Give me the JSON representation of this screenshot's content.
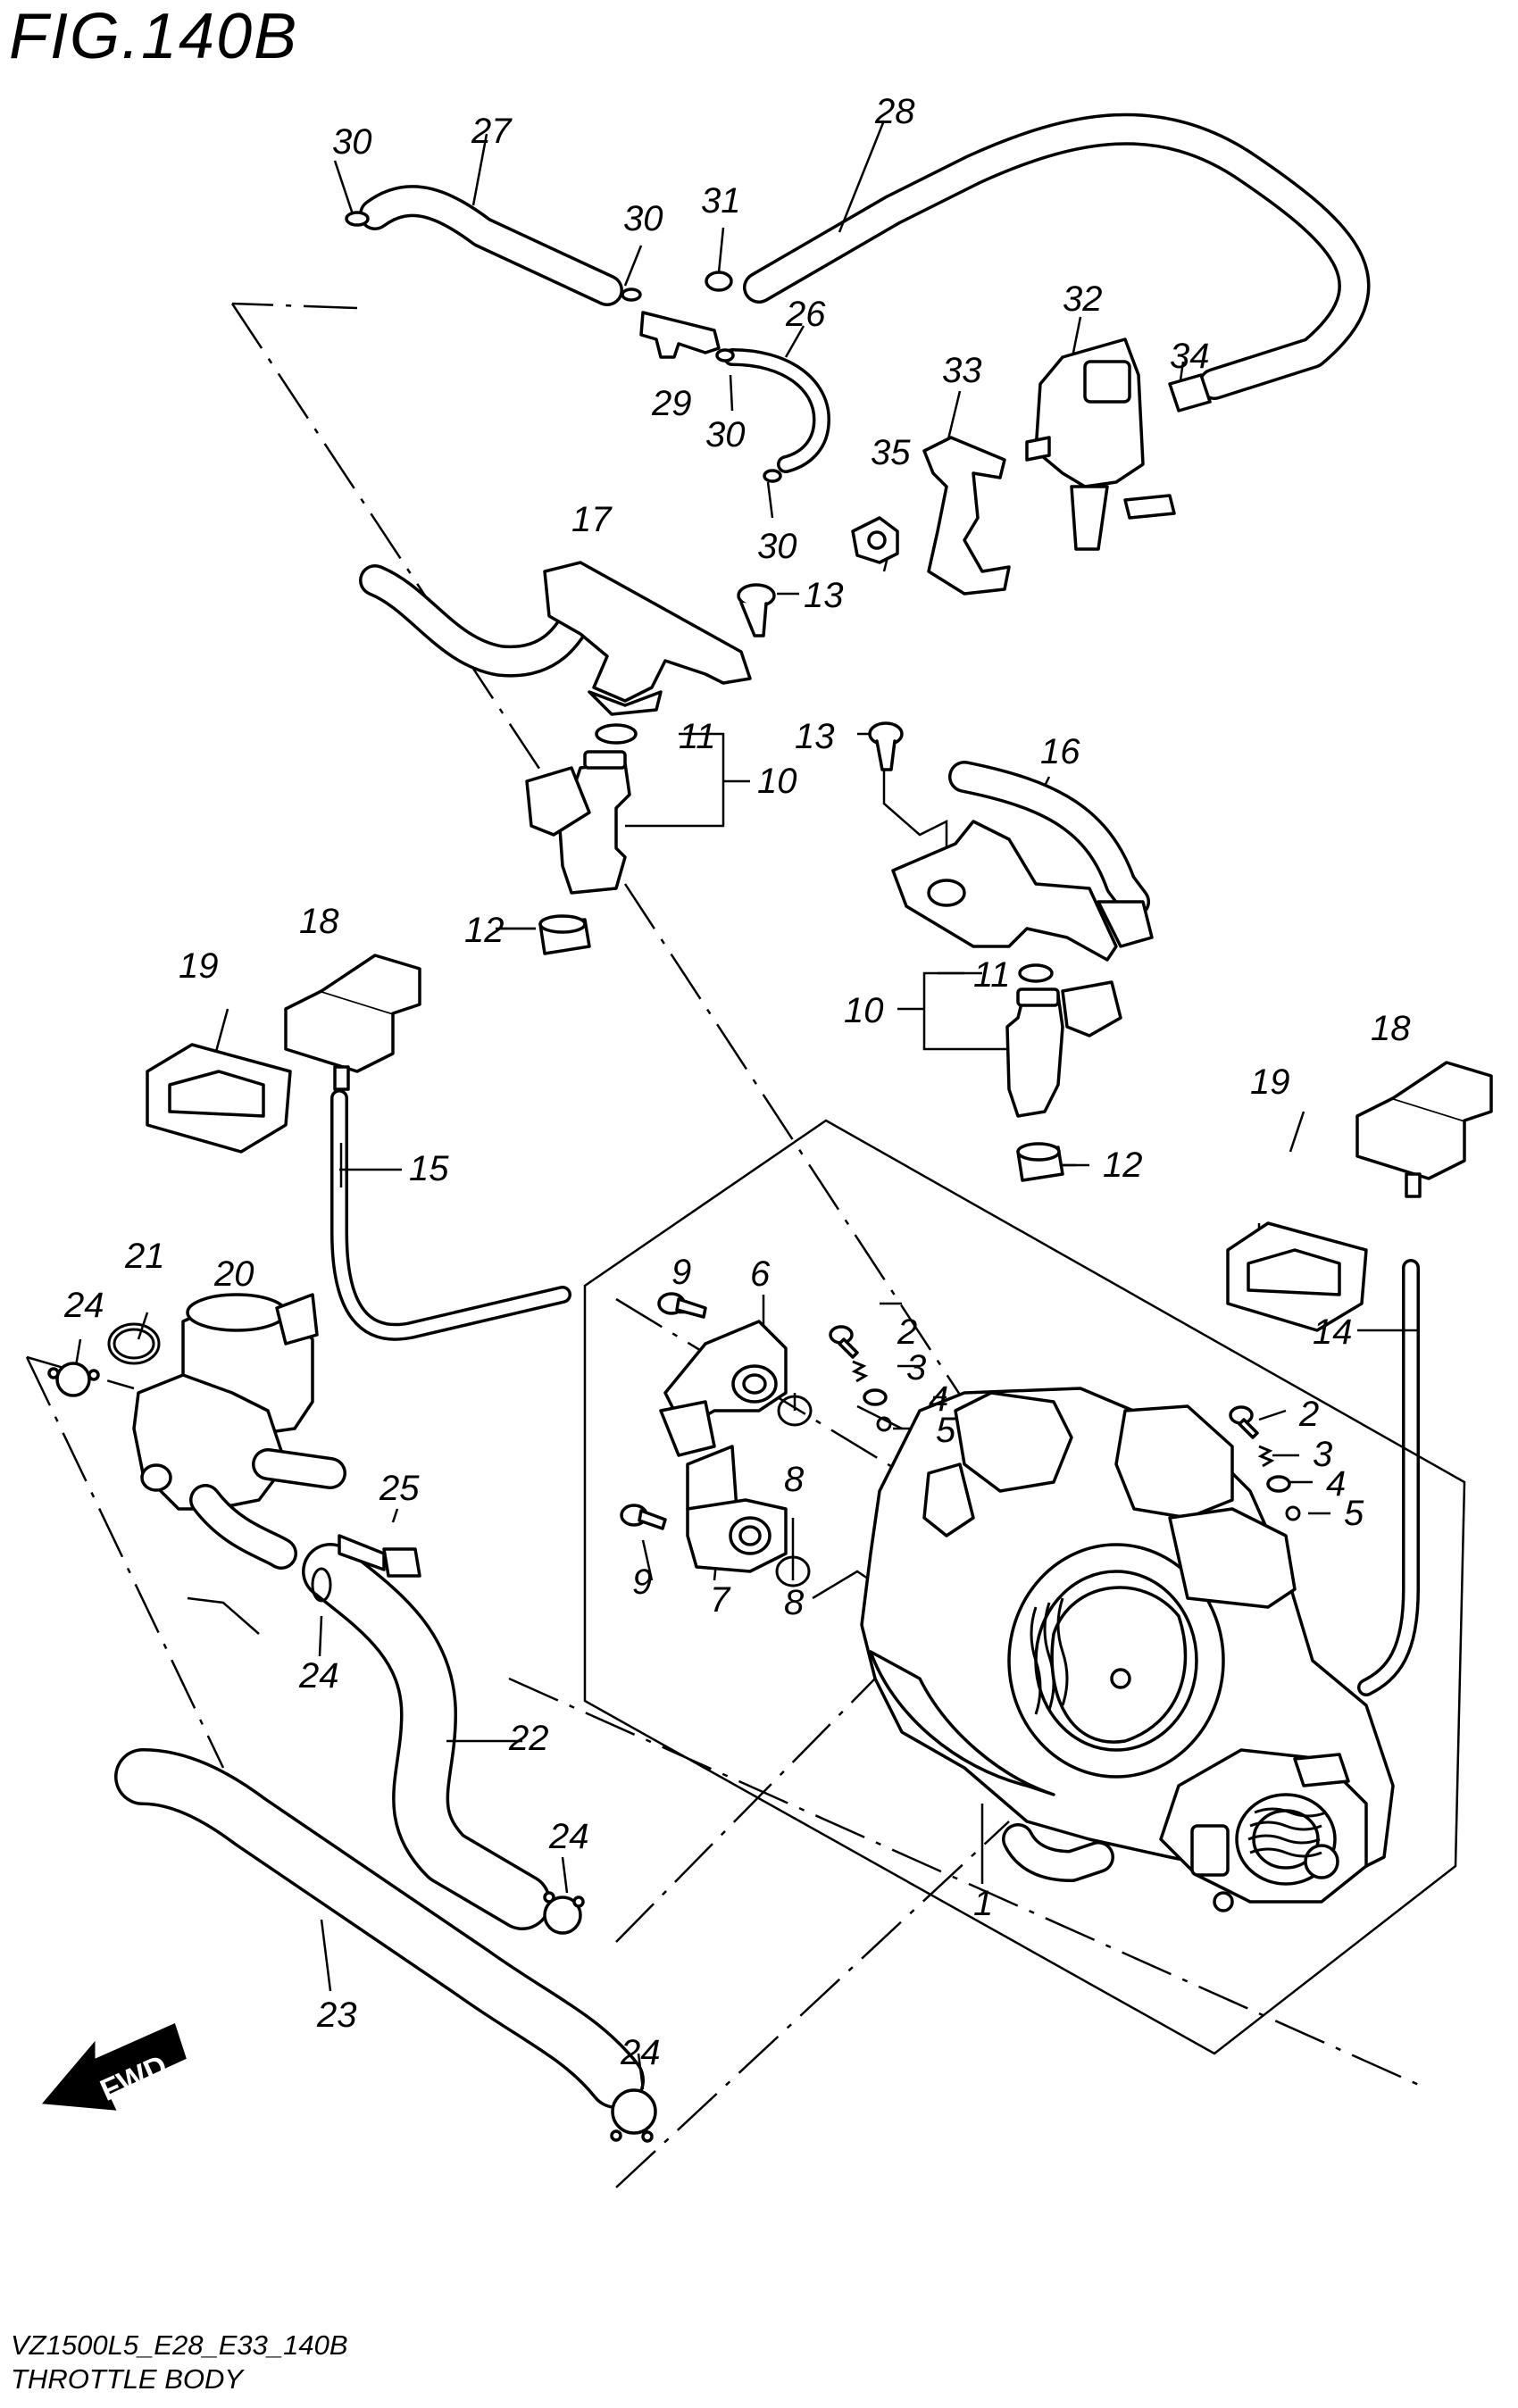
{
  "figure": {
    "title": "FIG.140B"
  },
  "footer": {
    "model_code": "VZ1500L5_E28_E33_140B",
    "section_name": "THROTTLE BODY"
  },
  "fwd_arrow": {
    "label": "FWD"
  },
  "callouts": {
    "c30a": "30",
    "c27": "27",
    "c28": "28",
    "c30b": "30",
    "c31": "31",
    "c26": "26",
    "c32": "32",
    "c34": "34",
    "c29": "29",
    "c30c": "30",
    "c33": "33",
    "c35": "35",
    "c30d": "30",
    "c17": "17",
    "c13a": "13",
    "c13b": "13",
    "c16": "16",
    "c11a": "11",
    "c10a": "10",
    "c12a": "12",
    "c11b": "11",
    "c10b": "10",
    "c12b": "12",
    "c18a": "18",
    "c19a": "19",
    "c18b": "18",
    "c19b": "19",
    "c15": "15",
    "c14": "14",
    "c20": "20",
    "c21": "21",
    "c24a": "24",
    "c9a": "9",
    "c6": "6",
    "c2a": "2",
    "c3a": "3",
    "c4a": "4",
    "c5a": "5",
    "c2b": "2",
    "c3b": "3",
    "c4b": "4",
    "c5b": "5",
    "c8a": "8",
    "c25": "25",
    "c9b": "9",
    "c7": "7",
    "c8b": "8",
    "c24b": "24",
    "c22": "22",
    "c24c": "24",
    "c23": "23",
    "c1": "1",
    "c24d": "24"
  }
}
